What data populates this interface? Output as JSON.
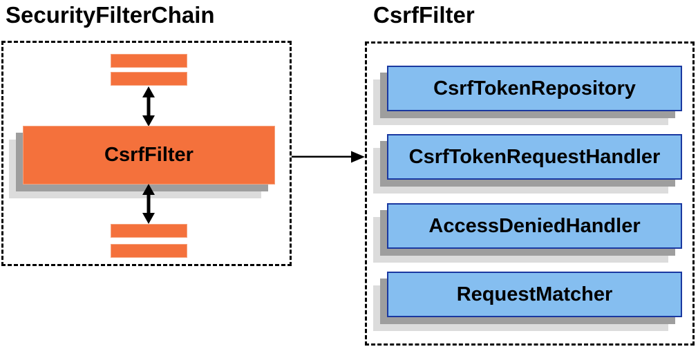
{
  "left": {
    "title": "SecurityFilterChain",
    "box_label": "CsrfFilter"
  },
  "right": {
    "title": "CsrfFilter",
    "components": [
      "CsrfTokenRepository",
      "CsrfTokenRequestHandler",
      "AccessDeniedHandler",
      "RequestMatcher"
    ]
  },
  "colors": {
    "background": "#FFFFFF",
    "orange_fill": "#F4713C",
    "orange_border": "#F5A27D",
    "blue_fill": "#85BEF0",
    "blue_border": "#1A38A0",
    "shadow_dark": "#9E9E9E",
    "shadow_light": "#DCDCDC",
    "frame_border": "#000000",
    "arrow": "#000000",
    "text": "#000000"
  }
}
